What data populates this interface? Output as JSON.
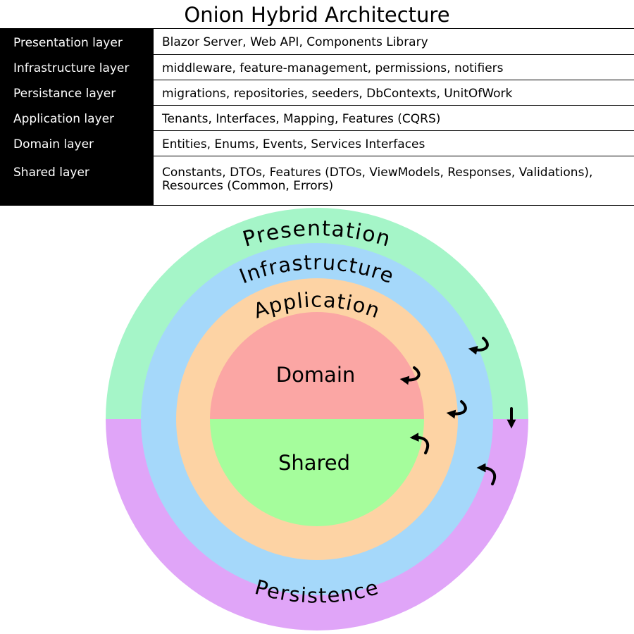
{
  "title": "Onion Hybrid Architecture",
  "layers": [
    {
      "name": "Presentation layer",
      "description": "Blazor Server, Web API, Components Library"
    },
    {
      "name": "Infrastructure layer",
      "description": "middleware, feature-management, permissions, notifiers"
    },
    {
      "name": "Persistance layer",
      "description": "migrations, repositories, seeders, DbContexts, UnitOfWork"
    },
    {
      "name": "Application layer",
      "description": "Tenants, Interfaces, Mapping, Features (CQRS)"
    },
    {
      "name": "Domain layer",
      "description": "Entities, Enums, Events, Services Interfaces"
    },
    {
      "name": "Shared layer",
      "description": "Constants, DTOs, Features (DTOs, ViewModels, Responses, Validations), Resources (Common, Errors)"
    }
  ],
  "rings": {
    "presentation": "Presentation",
    "infrastructure": "Infrastructure",
    "application": "Application",
    "persistence": "Persistence",
    "domain": "Domain",
    "shared": "Shared"
  },
  "colors": {
    "presentation": "#a5f5c8",
    "persistence": "#e0a5f8",
    "infrastructure": "#a5d8fa",
    "application": "#fdd3a4",
    "domain": "#fba6a4",
    "shared": "#a5fd9c"
  }
}
